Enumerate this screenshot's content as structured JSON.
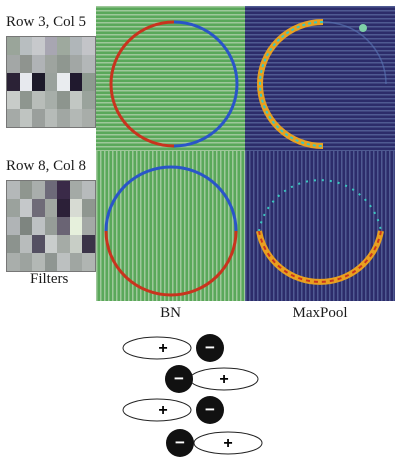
{
  "filters": {
    "top_label": "Row 3, Col 5",
    "bottom_label": "Row 8, Col 8",
    "caption": "Filters",
    "top_grid": [
      [
        "#9aa59a",
        "#b8bec0",
        "#c7c9cc",
        "#a8a6b2",
        "#9ea99e",
        "#b0b6b9",
        "#c3c4c8"
      ],
      [
        "#a3a7a6",
        "#8f948f",
        "#b0b3b6",
        "#9ea49f",
        "#8f9790",
        "#a2a7a5",
        "#b3b7b8"
      ],
      [
        "#2b2236",
        "#e7e9ee",
        "#1d1a2a",
        "#9aa29d",
        "#e9ecef",
        "#20192e",
        "#8e9a90"
      ],
      [
        "#c8ccc9",
        "#8e968f",
        "#b8bdb9",
        "#a7aea9",
        "#8d958e",
        "#c2c7c3",
        "#9aa39c"
      ],
      [
        "#a5aaa7",
        "#bfc4c1",
        "#9a9f9c",
        "#b6bbb8",
        "#a1a7a3",
        "#b3b8b5",
        "#a8ada9"
      ]
    ],
    "bottom_grid": [
      [
        "#b4b8b9",
        "#8f968f",
        "#a9aeac",
        "#6d6a79",
        "#3a2a48",
        "#a4aaa6",
        "#b7bbbc"
      ],
      [
        "#9ba29d",
        "#c5c8ca",
        "#6f6b78",
        "#a1a7a2",
        "#2c2038",
        "#d7dbd3",
        "#8f9790"
      ],
      [
        "#b0b4b6",
        "#7e8580",
        "#bdc1c3",
        "#969d98",
        "#6a6474",
        "#e6f0dc",
        "#a4a9a6"
      ],
      [
        "#8c938e",
        "#b8bcbc",
        "#545062",
        "#c9cdcc",
        "#a5aba6",
        "#c8cec6",
        "#3b3448"
      ],
      [
        "#a9aeab",
        "#9da39f",
        "#b3b8b5",
        "#8f9692",
        "#bcc0c0",
        "#a0a6a2",
        "#b0b5b2"
      ]
    ]
  },
  "panels": {
    "bn_label": "BN",
    "maxpool_label": "MaxPool"
  },
  "legend": {
    "plus_symbol": "+",
    "minus_symbol": "−",
    "rows": [
      "plus-left",
      "minus-left",
      "plus-left",
      "minus-left"
    ]
  },
  "colors": {
    "bn_background": "#5aa85a",
    "bn_stripe": "#9ec89a",
    "maxpool_background": "#2c2c6a",
    "maxpool_stripe": "#4f5a92",
    "ring_blue": "#2a55c8",
    "ring_red": "#c8341e",
    "ring_cyan": "#3ac8c0",
    "ring_orange": "#e8a020"
  }
}
